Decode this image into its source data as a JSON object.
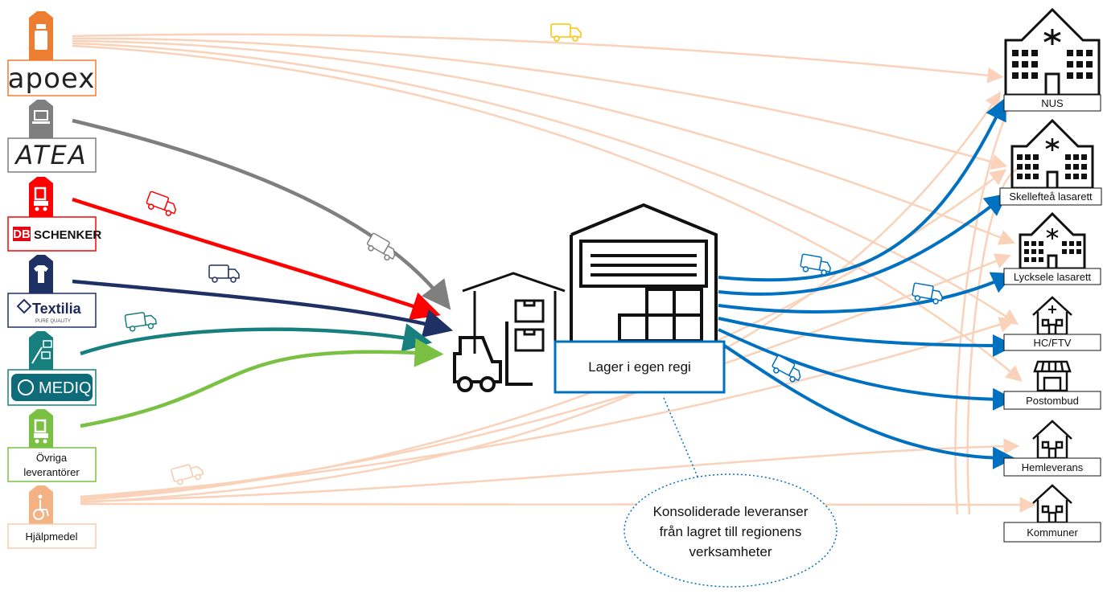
{
  "suppliers": {
    "apoex": "apoex",
    "atea": "ATEA",
    "db": "DB",
    "schenker": "SCHENKER",
    "textilia": "Textilia",
    "textilia_sub": "PURE QUALITY",
    "mediq": "MEDIQ",
    "ovriga_line1": "Övriga",
    "ovriga_line2": "leverantörer",
    "hjalpmedel": "Hjälpmedel"
  },
  "center": {
    "warehouse_label": "Lager i egen regi"
  },
  "note": {
    "line1": "Konsoliderade leveranser",
    "line2": "från lagret till regionens",
    "line3": "verksamheter"
  },
  "destinations": {
    "nus": "NUS",
    "skelleftea": "Skellefteå lasarett",
    "lycksele": "Lycksele lasarett",
    "hc": "HC/FTV",
    "postombud": "Postombud",
    "hemleverans": "Hemleverans",
    "kommuner": "Kommuner"
  },
  "colors": {
    "apoex_orange": "#ed7d31",
    "atea_gray": "#7f7f7f",
    "schenker_red": "#ff0000",
    "textilia_navy": "#1f3064",
    "mediq_teal": "#17807e",
    "ovriga_green": "#7ac143",
    "hjalpmedel_peach": "#f4b183",
    "distribution_blue": "#0070c0"
  }
}
